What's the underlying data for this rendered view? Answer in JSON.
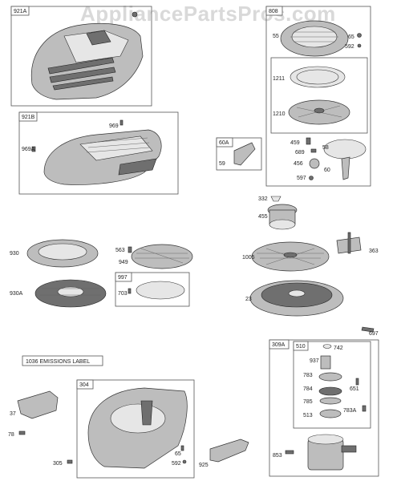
{
  "watermark": "AppliancePartsPros.com",
  "boxes": {
    "b921A": "921A",
    "b921B": "921B",
    "b808": "808",
    "b60A": "60A",
    "b997": "997",
    "b304": "304",
    "b309A": "309A",
    "b510": "510",
    "emissions": "1036 EMISSIONS LABEL"
  },
  "labels": {
    "l55": "55",
    "l65a": "65",
    "l592a": "592",
    "l1211": "1211",
    "l1210": "1210",
    "l969": "969",
    "l969A": "969A",
    "l459": "459",
    "l58": "58",
    "l689": "689",
    "l456": "456",
    "l60": "60",
    "l597": "597",
    "l59": "59",
    "l332": "332",
    "l455": "455",
    "l930": "930",
    "l563": "563",
    "l949": "949",
    "l1005": "1005",
    "l363": "363",
    "l930A": "930A",
    "l703": "703",
    "l23": "23",
    "l697": "697",
    "l742": "742",
    "l937": "937",
    "l783": "783",
    "l651": "651",
    "l784": "784",
    "l785": "785",
    "l783A": "783A",
    "l513": "513",
    "l37": "37",
    "l78": "78",
    "l305": "305",
    "l65b": "65",
    "l592b": "592",
    "l925": "925",
    "l853": "853"
  }
}
